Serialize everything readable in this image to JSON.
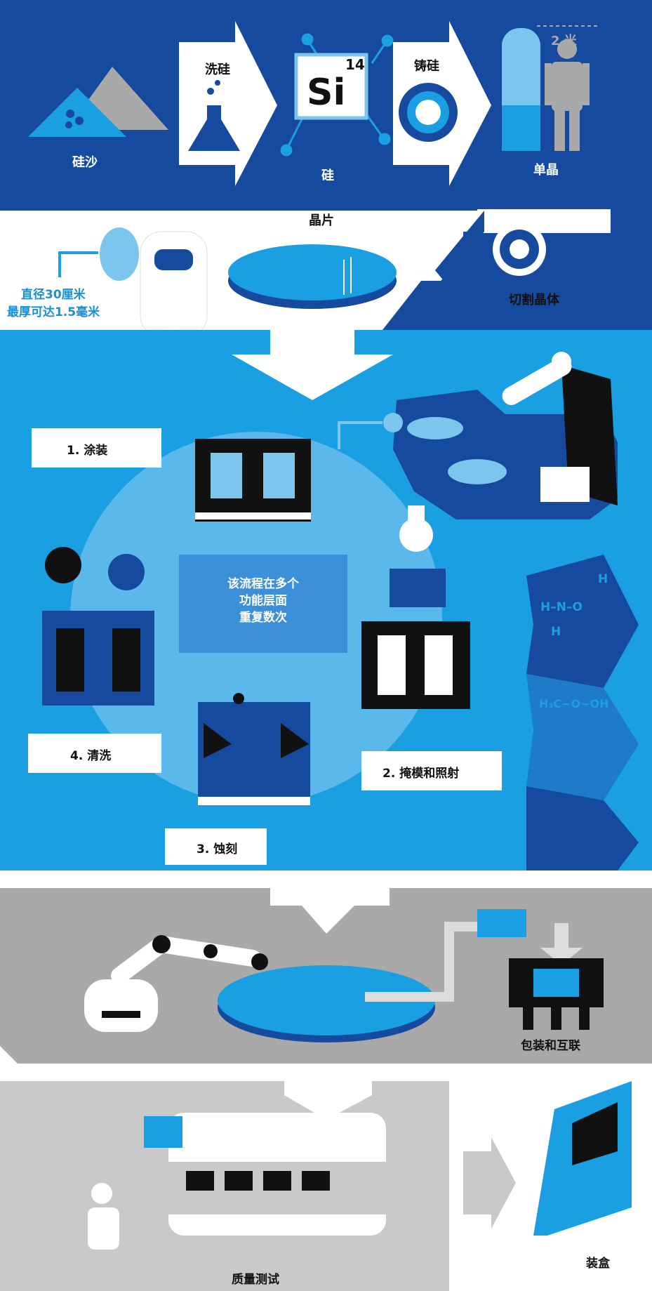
{
  "colors": {
    "navy": "#154a9e",
    "sky": "#1a9fe2",
    "light_blue": "#7cc6ee",
    "gray": "#a9a9a9",
    "light_gray": "#c9c9c9",
    "black": "#111111",
    "white": "#ffffff"
  },
  "stage1": {
    "sand_label": "硅沙",
    "wash_label": "洗硅",
    "silicon_label": "硅",
    "element_symbol": "Si",
    "element_number": "14",
    "cast_label": "铸硅",
    "ingot_label": "单晶",
    "height_label": "2 米",
    "cut_label": "切割晶体",
    "wafer_label": "晶片"
  },
  "wafer_spec": {
    "line1": "直径30厘米",
    "line2": "最厚可达1.5毫米"
  },
  "cycle": {
    "center_text": "该流程在多个\n功能层面\n重复数次",
    "step1": "1. 涂装",
    "step2": "2. 掩模和照射",
    "step3": "3. 蚀刻",
    "step4": "4. 清洗"
  },
  "molecules": {
    "m1_h_top": "H",
    "m1_n": "H–N–O",
    "m1_h_bottom": "H",
    "m2": "H₃C~O~OH"
  },
  "packaging": {
    "label": "包装和互联"
  },
  "testing": {
    "label": "质量测试"
  },
  "boxing": {
    "label": "装盒"
  }
}
